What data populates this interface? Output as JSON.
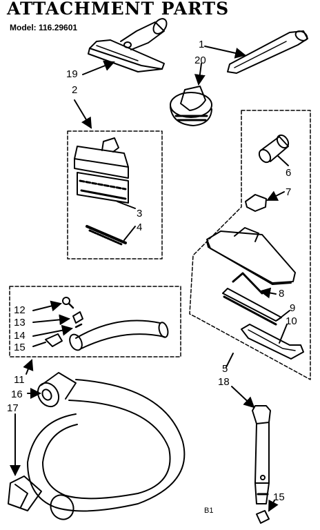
{
  "title": "ATTACHMENT PARTS",
  "model": "Model: 116.29601",
  "labels": {
    "p1": "1",
    "p2": "2",
    "p3": "3",
    "p4": "4",
    "p5": "5",
    "p6": "6",
    "p7": "7",
    "p8": "8",
    "p9": "9",
    "p10": "10",
    "p11": "11",
    "p12": "12",
    "p13": "13",
    "p14": "14",
    "p15a": "15",
    "p15b": "15",
    "p16": "16",
    "p17": "17",
    "p18": "18",
    "p19": "19",
    "p20": "20"
  },
  "footer_code": "B1"
}
